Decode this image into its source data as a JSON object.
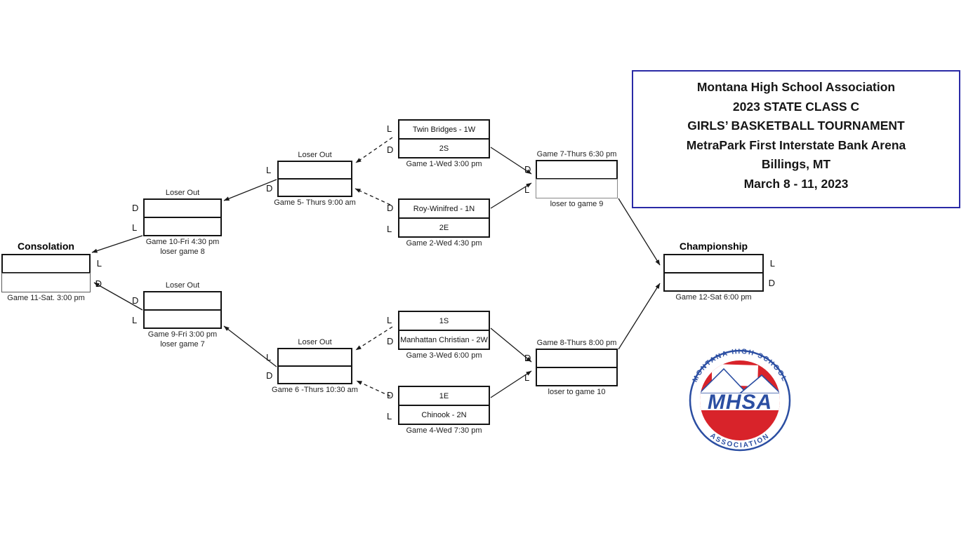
{
  "title_panel": {
    "lines": [
      "Montana High School Association",
      "2023 STATE CLASS C",
      "GIRLS’ BASKETBALL TOURNAMENT",
      "MetraPark First Interstate Bank Arena",
      "Billings, MT",
      "March 8 - 11, 2023"
    ]
  },
  "games": [
    {
      "id": "game-1",
      "header": "",
      "slots": [
        "Twin Bridges - 1W",
        "2S"
      ],
      "side": [
        "L",
        "D"
      ],
      "footer1": "Game 1-Wed 3:00 pm",
      "footer2": ""
    },
    {
      "id": "game-2",
      "header": "",
      "slots": [
        "Roy-Winifred - 1N",
        "2E"
      ],
      "side": [
        "D",
        "L"
      ],
      "footer1": "Game 2-Wed 4:30 pm",
      "footer2": ""
    },
    {
      "id": "game-3",
      "header": "",
      "slots": [
        "1S",
        "Manhattan Christian - 2W"
      ],
      "side": [
        "L",
        "D"
      ],
      "footer1": "Game 3-Wed 6:00 pm",
      "footer2": ""
    },
    {
      "id": "game-4",
      "header": "",
      "slots": [
        "1E",
        "Chinook - 2N"
      ],
      "side": [
        "D",
        "L"
      ],
      "footer1": "Game 4-Wed 7:30 pm",
      "footer2": ""
    },
    {
      "id": "game-5",
      "header": "Loser Out",
      "slots": [
        "",
        ""
      ],
      "side": [
        "L",
        "D"
      ],
      "footer1": "Game 5- Thurs 9:00 am",
      "footer2": ""
    },
    {
      "id": "game-6",
      "header": "Loser Out",
      "slots": [
        "",
        ""
      ],
      "side": [
        "L",
        "D"
      ],
      "footer1": "Game 6 -Thurs 10:30 am",
      "footer2": ""
    },
    {
      "id": "game-7",
      "header": "Game 7-Thurs 6:30 pm",
      "slots": [
        "",
        ""
      ],
      "side": [
        "D",
        "L"
      ],
      "footer1": "loser to game 9",
      "footer2": ""
    },
    {
      "id": "game-8",
      "header": "Game 8-Thurs 8:00 pm",
      "slots": [
        "",
        ""
      ],
      "side": [
        "D",
        "L"
      ],
      "footer1": "loser to game 10",
      "footer2": ""
    },
    {
      "id": "game-9",
      "header": "Loser Out",
      "slots": [
        "",
        ""
      ],
      "side": [
        "D",
        "L"
      ],
      "footer1": "Game 9-Fri 3:00 pm",
      "footer2": "loser game 7"
    },
    {
      "id": "game-10",
      "header": "Loser Out",
      "slots": [
        "",
        ""
      ],
      "side": [
        "D",
        "L"
      ],
      "footer1": "Game 10-Fri 4:30 pm",
      "footer2": "loser game 8"
    },
    {
      "id": "game-11",
      "header": "Consolation",
      "slots": [
        "",
        ""
      ],
      "side": [
        "L",
        "D"
      ],
      "footer1": "Game 11-Sat. 3:00 pm",
      "footer2": ""
    },
    {
      "id": "game-12",
      "header": "Championship",
      "slots": [
        "",
        ""
      ],
      "side": [
        "L",
        "D"
      ],
      "footer1": "Game 12-Sat 6:00 pm",
      "footer2": ""
    }
  ],
  "logo": {
    "arc_top": "MONTANA HIGH SCHOOL",
    "arc_bottom": "ASSOCIATION",
    "monogram": "MHSA"
  },
  "colors": {
    "title_border": "#2a2aa6",
    "logo_blue": "#2b4ea2",
    "logo_red": "#d8232a",
    "line_black": "#1a1a1a"
  }
}
